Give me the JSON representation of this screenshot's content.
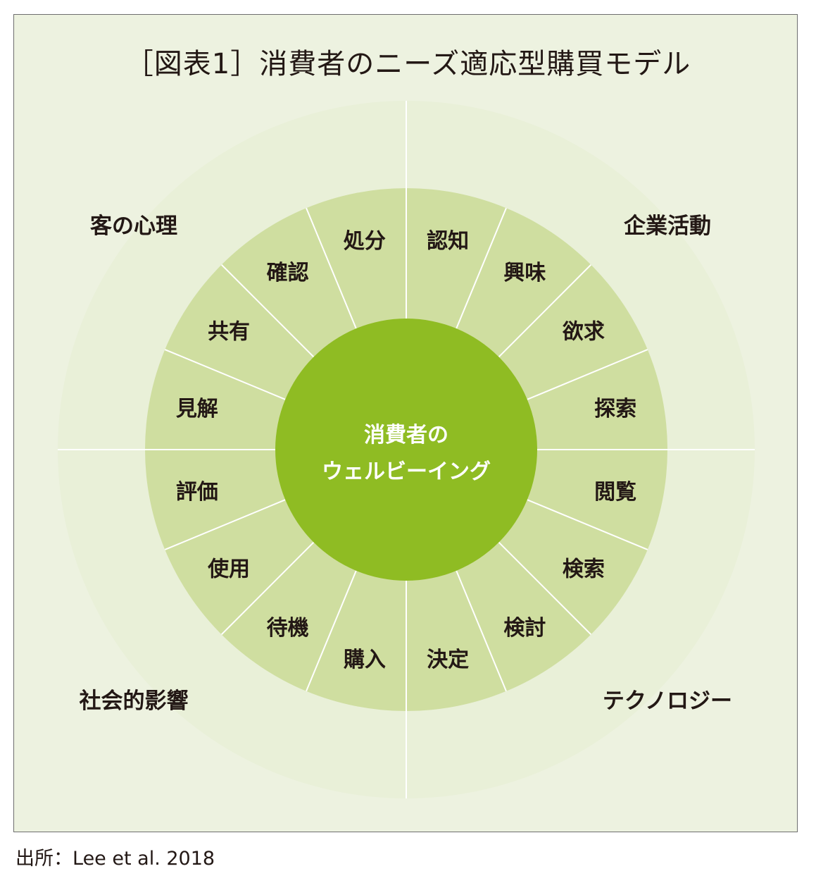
{
  "title": "［図表1］消費者のニーズ適応型購買モデル",
  "center": {
    "line1": "消費者の",
    "line2": "ウェルビーイング"
  },
  "quadrants": [
    "客の心理",
    "企業活動",
    "社会的影響",
    "テクノロジー"
  ],
  "stages": [
    "認知",
    "興味",
    "欲求",
    "探索",
    "閲覧",
    "検索",
    "検討",
    "決定",
    "購入",
    "待機",
    "使用",
    "評価",
    "見解",
    "共有",
    "確認",
    "処分"
  ],
  "colors": {
    "frame_bg": "#edf2e0",
    "outer_ring": "#e9f0d8",
    "middle_ring": "#cfdea0",
    "center": "#8fbc23",
    "divider": "#ffffff",
    "center_text": "#ffffff",
    "text": "#231815"
  },
  "source": "出所：Lee et al. 2018"
}
